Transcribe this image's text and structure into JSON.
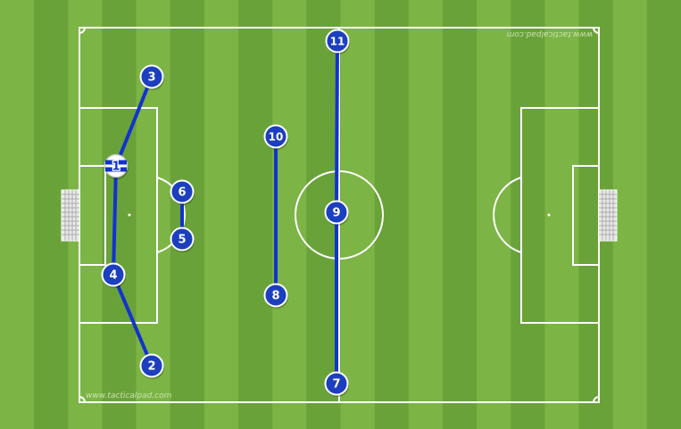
{
  "pitch": {
    "watermark_bottom": "www.tacticalpad.com",
    "watermark_top": "www.tacticalpad.com",
    "colors": {
      "grass_light": "#7cb445",
      "grass_dark": "#6aa23a",
      "lines": "#ffffff",
      "player_fill": "#1c3fbf",
      "player_border": "#ffffff",
      "link_line": "#1233cc",
      "keeper_fill": "#ffffff",
      "keeper_stripe": "#1233cc"
    }
  },
  "players": [
    {
      "id": "gk",
      "label": "1",
      "role": "goalkeeper"
    },
    {
      "id": "p2",
      "label": "2"
    },
    {
      "id": "p3",
      "label": "3"
    },
    {
      "id": "p4",
      "label": "4"
    },
    {
      "id": "p5",
      "label": "5"
    },
    {
      "id": "p6",
      "label": "6"
    },
    {
      "id": "p7",
      "label": "7"
    },
    {
      "id": "p8",
      "label": "8"
    },
    {
      "id": "p9",
      "label": "9"
    },
    {
      "id": "p10",
      "label": "10"
    },
    {
      "id": "p11",
      "label": "11"
    }
  ],
  "links": [
    [
      "p3",
      "gk"
    ],
    [
      "gk",
      "p4"
    ],
    [
      "p4",
      "p2"
    ],
    [
      "p6",
      "p5"
    ],
    [
      "p10",
      "p8"
    ],
    [
      "p11",
      "p9"
    ],
    [
      "p9",
      "p7"
    ]
  ]
}
